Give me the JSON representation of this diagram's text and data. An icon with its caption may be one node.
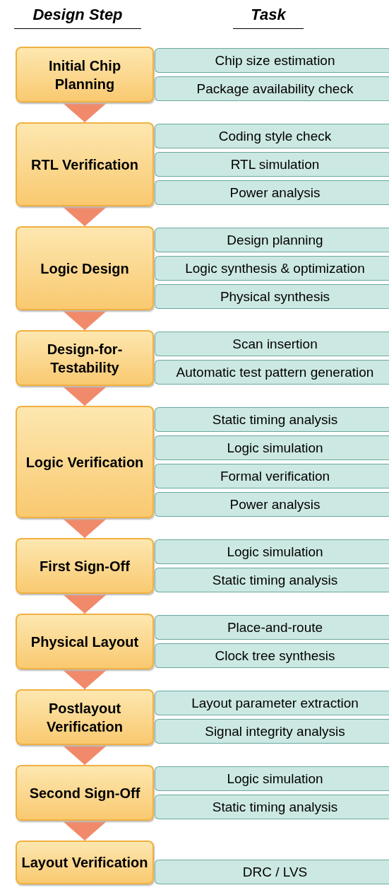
{
  "diagram": {
    "nodes": [
      {
        "text": [
          "Initial Chip Planning"
        ]
      },
      {
        "text": [
          "Chip size estimation"
        ]
      },
      {
        "text": [
          "Package availability check"
        ]
      },
      {
        "text": [
          "RTL Verification"
        ]
      },
      {
        "text": [
          "Coding style check"
        ]
      },
      {
        "text": [
          "RTL simulation"
        ]
      },
      {
        "text": [
          "Power analysis"
        ]
      },
      {
        "text": [
          "Logic Design"
        ]
      },
      {
        "text": [
          "Design planning"
        ]
      },
      {
        "text": [
          "Logic synthesis & optimization"
        ]
      },
      {
        "text": [
          "Physical synthesis"
        ]
      },
      {
        "text": [
          "Design-for-Testability"
        ]
      },
      {
        "text": [
          "Scan insertion"
        ]
      },
      {
        "text": [
          "Automatic test pattern generation"
        ]
      },
      {
        "text": [
          "Logic Verification"
        ]
      },
      {
        "text": [
          "Static timing analysis"
        ]
      },
      {
        "text": [
          "Logic simulation"
        ]
      },
      {
        "text": [
          "Formal verification"
        ]
      },
      {
        "text": [
          "Power analysis"
        ]
      },
      {
        "text": [
          "First Sign-Off"
        ]
      },
      {
        "text": [
          "Logic simulation"
        ]
      },
      {
        "text": [
          "Static timing analysis"
        ]
      },
      {
        "text": [
          "Physical Layout"
        ]
      },
      {
        "text": [
          "Place-and-route"
        ]
      },
      {
        "text": [
          "Clock tree synthesis"
        ]
      },
      {
        "text": [
          "Postlayout Verification"
        ]
      },
      {
        "text": [
          "Layout parameter extraction"
        ]
      },
      {
        "text": [
          "Signal integrity analysis"
        ]
      },
      {
        "text": [
          "Second Sign-Off"
        ]
      },
      {
        "text": [
          "Logic simulation"
        ]
      },
      {
        "text": [
          "Static timing analysis"
        ]
      },
      {
        "text": [
          "Layout Verification"
        ]
      },
      {
        "text": [
          "DRC / LVS"
        ]
      }
    ],
    "edges": [
      {
        "from": 0,
        "to": 3,
        "arrow": "to"
      },
      {
        "from": 3,
        "to": 7,
        "arrow": "to"
      },
      {
        "from": 7,
        "to": 11,
        "arrow": "to"
      },
      {
        "from": 11,
        "to": 14,
        "arrow": "to"
      },
      {
        "from": 14,
        "to": 19,
        "arrow": "to"
      },
      {
        "from": 19,
        "to": 22,
        "arrow": "to"
      },
      {
        "from": 22,
        "to": 25,
        "arrow": "to"
      },
      {
        "from": 25,
        "to": 28,
        "arrow": "to"
      },
      {
        "from": 28,
        "to": 31,
        "arrow": "to"
      }
    ],
    "labels": [
      "Design Step",
      "Task"
    ]
  }
}
